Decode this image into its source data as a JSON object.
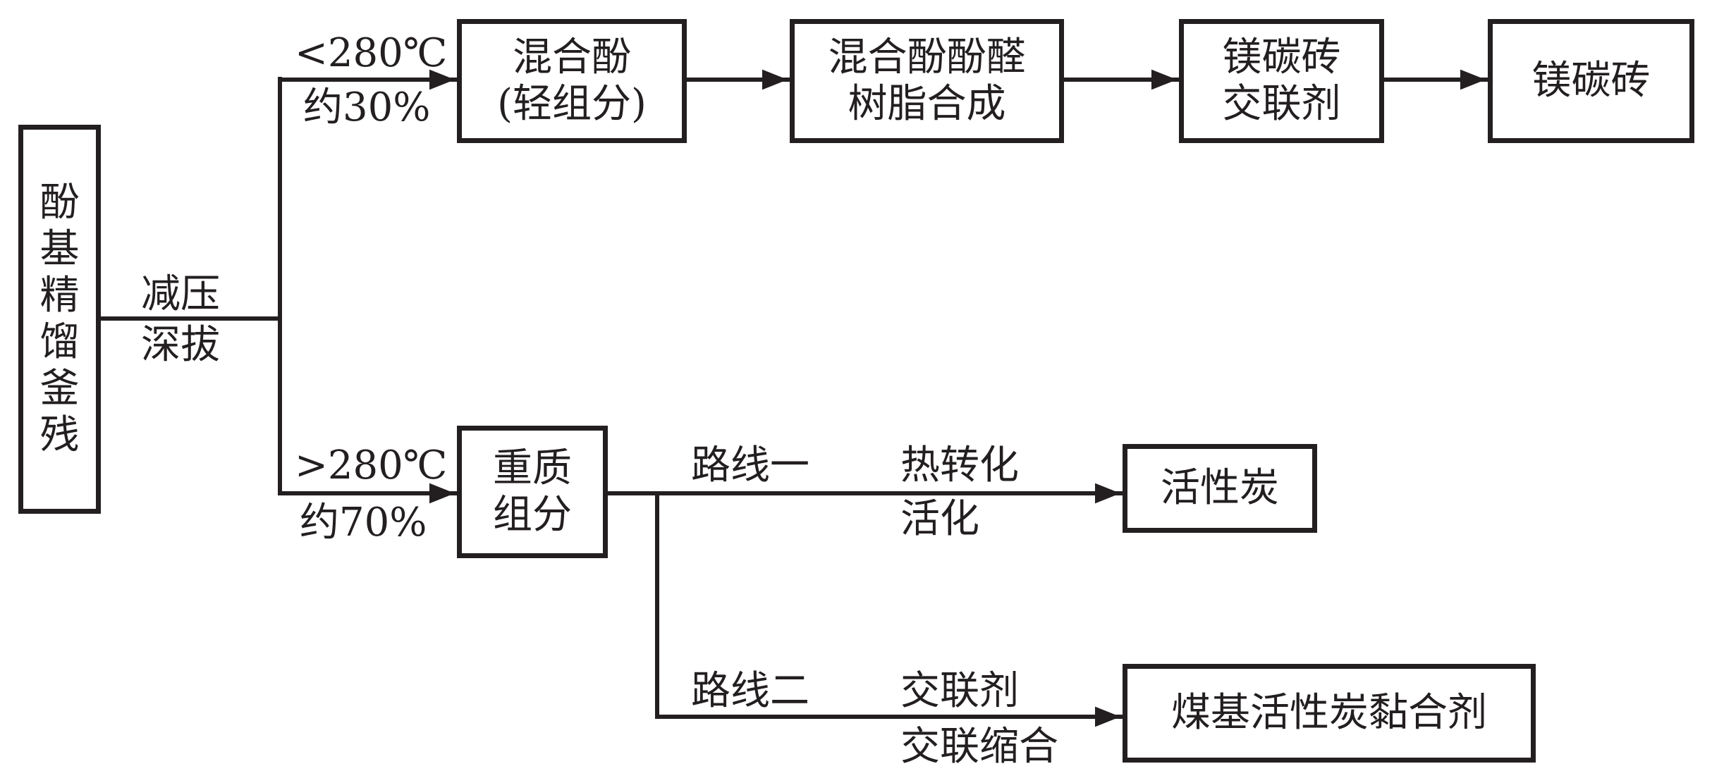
{
  "nodes": {
    "residue": [
      "酚",
      "基",
      "精",
      "馏",
      "釜",
      "残"
    ],
    "mixed_phenol": [
      "混合酚",
      "(轻组分)"
    ],
    "resin_synthesis": [
      "混合酚酚醛",
      "树脂合成"
    ],
    "crosslinker": [
      "镁碳砖",
      "交联剂"
    ],
    "mgc_brick": "镁碳砖",
    "heavy_fraction": [
      "重质",
      "组分"
    ],
    "activated_carbon": "活性炭",
    "binder": "煤基活性炭黏合剂"
  },
  "labels": {
    "process": [
      "减压",
      "深拔"
    ],
    "upper_temp": "<280℃",
    "upper_share": "约30%",
    "lower_temp": ">280℃",
    "lower_share": "约70%",
    "route1": "路线一",
    "route1_step": [
      "热转化",
      "活化"
    ],
    "route2": "路线二",
    "route2_step": [
      "交联剂",
      "交联缩合"
    ]
  },
  "colors": {
    "line": "#231f20"
  }
}
